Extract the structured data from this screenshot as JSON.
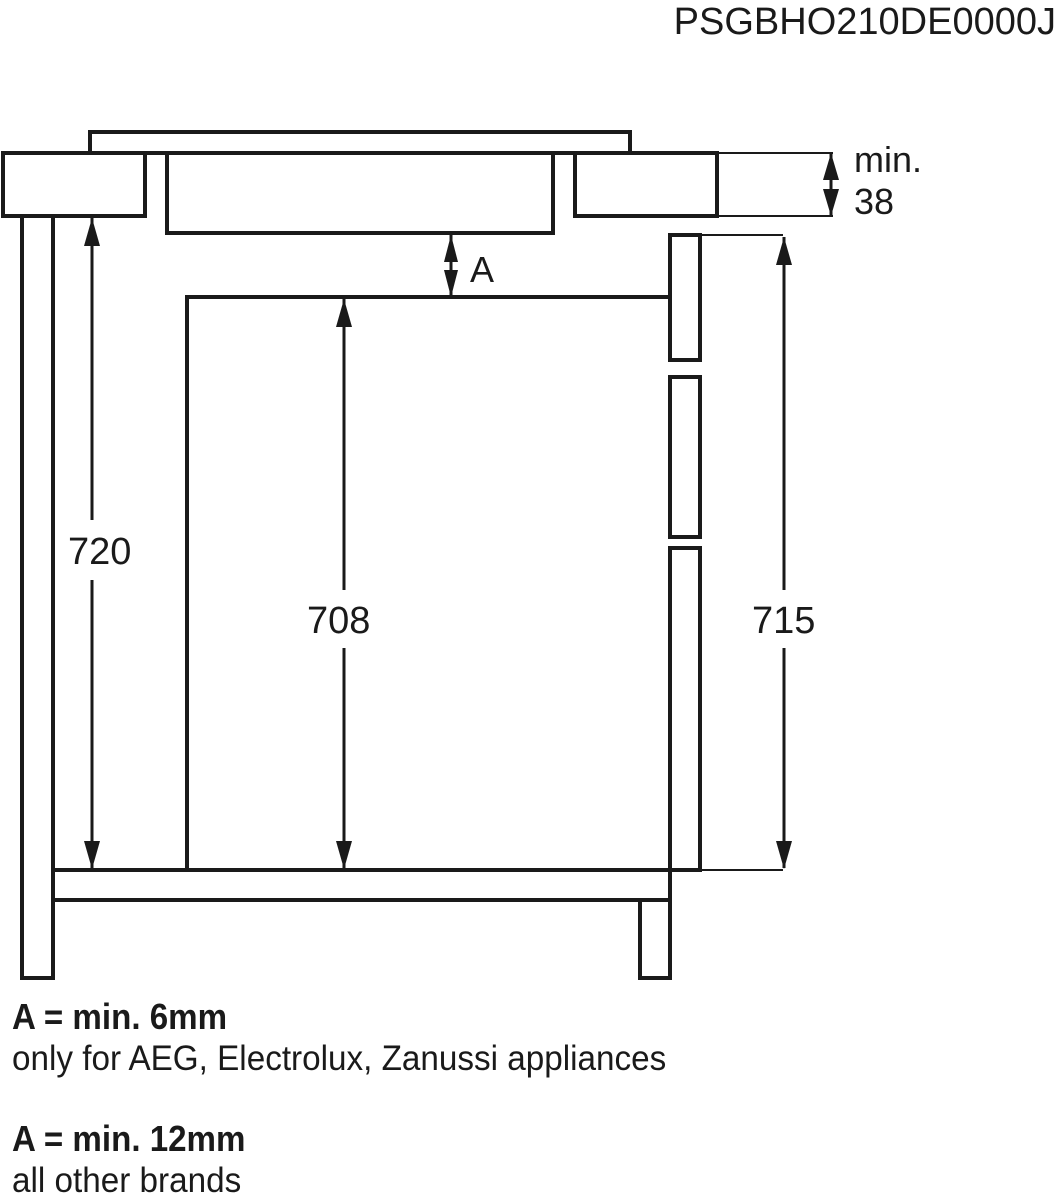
{
  "header": {
    "model_code": "PSGBHO210DE0000J"
  },
  "dimensions": {
    "countertop_thickness": {
      "prefix": "min.",
      "value": "38"
    },
    "gap": {
      "label": "A"
    },
    "cabinet_height": {
      "value": "720"
    },
    "appliance_height": {
      "value": "708"
    },
    "front_height": {
      "value": "715"
    }
  },
  "legend": {
    "entries": [
      {
        "title": "A = min. 6mm",
        "description": "only for AEG, Electrolux, Zanussi appliances"
      },
      {
        "title": "A = min. 12mm",
        "description": "all other brands"
      }
    ]
  },
  "colors": {
    "stroke": "#1a1a1a",
    "background": "#ffffff"
  }
}
